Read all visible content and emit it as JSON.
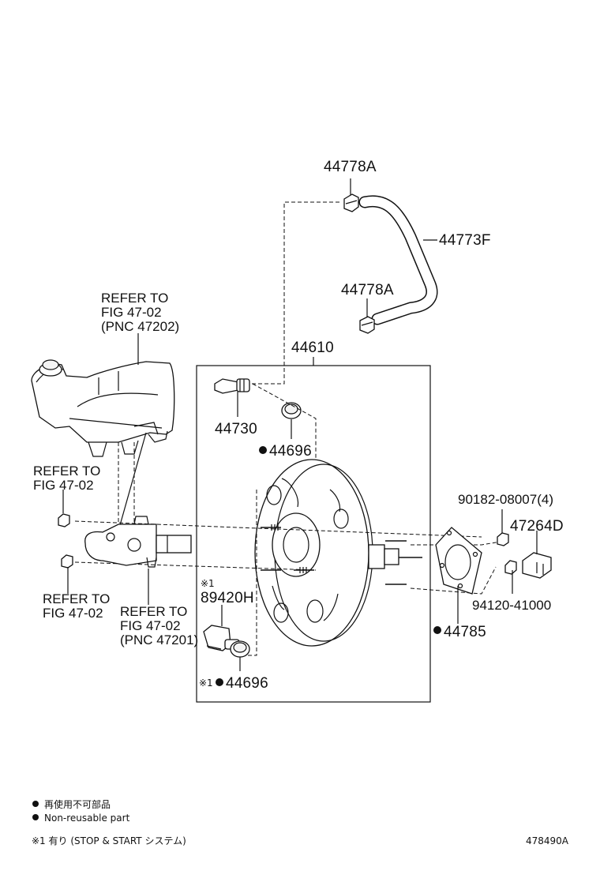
{
  "labels": {
    "hose_clip_top": "44778A",
    "hose": "44773F",
    "hose_clip_bottom": "44778A",
    "booster_assy": "44610",
    "check_valve": "44730",
    "grommet": "44696",
    "grommet_marked": "44696",
    "sensor": "89420H",
    "sensor_note": "※1",
    "grommet_note": "※1",
    "bolt": "90182-08007(4)",
    "clevis": "47264D",
    "nut": "94120-41000",
    "gasket": "44785",
    "reservoir_ref": [
      "REFER TO",
      "FIG 47-02",
      "(PNC 47202)"
    ],
    "upper_nut_ref": [
      "REFER TO",
      "FIG 47-02"
    ],
    "lower_nut_ref": [
      "REFER TO",
      "FIG 47-02"
    ],
    "master_cyl_ref": [
      "REFER TO",
      "FIG 47-02",
      "(PNC 47201)"
    ]
  },
  "legend": {
    "jp": "再使用不可部品",
    "en": "Non-reusable part",
    "note": "※1 有り (STOP & START システム)"
  },
  "figure_id": "478490A"
}
